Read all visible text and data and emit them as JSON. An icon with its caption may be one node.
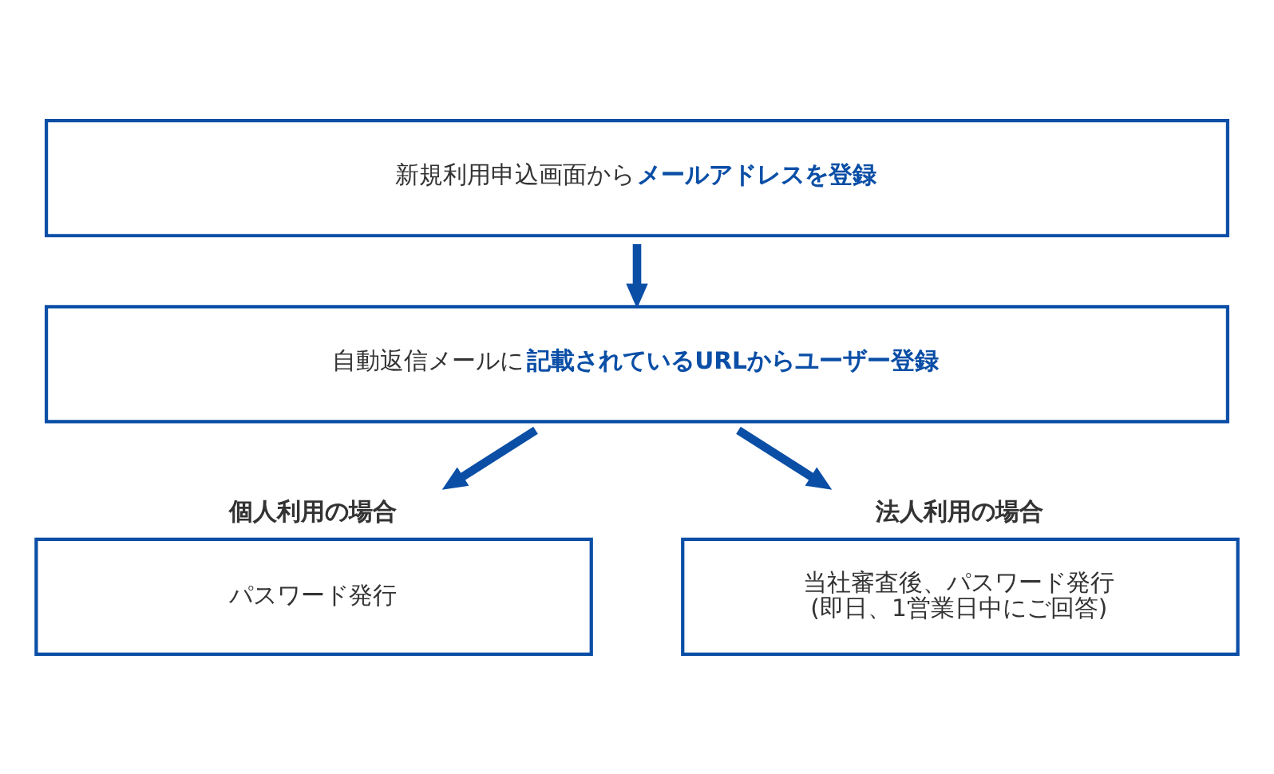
{
  "diagram": {
    "nodes": [
      {
        "text": [
          "新規利用申込画面から**メールアドレスを登録**"
        ]
      },
      {
        "text": [
          "自動返信メールに**記載されているURLからユーザー登録**"
        ]
      },
      {
        "text": [
          "個人利用の場合",
          "パスワード発行"
        ]
      },
      {
        "text": [
          "法人利用の場合",
          "当社審査後、パスワード発行",
          "(即日、1営業日中にご回答)"
        ]
      }
    ],
    "edges": [
      {
        "from": 0,
        "to": 1,
        "arrow": "to"
      },
      {
        "from": 1,
        "to": 2,
        "arrow": "to"
      },
      {
        "from": 1,
        "to": 3,
        "arrow": "to"
      }
    ]
  }
}
